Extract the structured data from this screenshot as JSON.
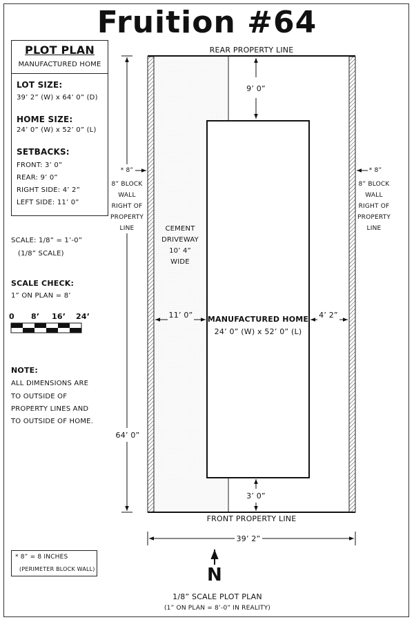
{
  "title": "Fruition #64",
  "legend": {
    "heading": "PLOT PLAN",
    "subheading": "MANUFACTURED HOME",
    "lot_size_label": "LOT SIZE:",
    "lot_size_value": "39’ 2” (W) x 64’ 0” (D)",
    "home_size_label": "HOME SIZE:",
    "home_size_value": "24’ 0” (W) x 52’ 0” (L)",
    "setbacks_label": "SETBACKS:",
    "setbacks": [
      "FRONT: 3’ 0”",
      "REAR: 9’ 0”",
      "RIGHT SIDE: 4’ 2”",
      "LEFT SIDE: 11’ 0”"
    ]
  },
  "scale": {
    "label": "SCALE: 1/8” = 1’-0”",
    "sub": "(1/8” SCALE)",
    "check_label": "SCALE CHECK:",
    "check_value": "1” ON PLAN = 8’",
    "bar_ticks": [
      "0",
      "8’",
      "16’",
      "24’"
    ]
  },
  "note": {
    "heading": "NOTE:",
    "lines": [
      "ALL DIMENSIONS ARE",
      "TO OUTSIDE OF",
      "PROPERTY LINES AND",
      "TO OUTSIDE OF HOME."
    ]
  },
  "footnote": {
    "line1": "* 8” = 8 INCHES",
    "line2": "(PERIMETER BLOCK WALL)"
  },
  "plan": {
    "rear_line": "REAR PROPERTY LINE",
    "front_line": "FRONT PROPERTY LINE",
    "rear_setback": "9’ 0”",
    "front_setback": "3’ 0”",
    "left_setback": "11’ 0”",
    "right_setback": "4’ 2”",
    "lot_depth": "64’ 0”",
    "lot_width": "39’ 2”",
    "home_label": "MANUFACTURED HOME",
    "home_size": "24’ 0” (W) x 52’ 0” (L)",
    "driveway": [
      "CEMENT",
      "DRIVEWAY",
      "10’ 4”",
      "WIDE"
    ],
    "left_wall": [
      "* 8”",
      "8” BLOCK",
      "WALL",
      "RIGHT OF",
      "PROPERTY",
      "LINE"
    ],
    "right_wall": [
      "* 8”",
      "8” BLOCK",
      "WALL",
      "RIGHT OF",
      "PROPERTY",
      "LINE"
    ]
  },
  "north": "N",
  "caption": {
    "line1": "1/8” SCALE PLOT PLAN",
    "line2": "(1” ON PLAN = 8’-0” IN REALITY)"
  }
}
